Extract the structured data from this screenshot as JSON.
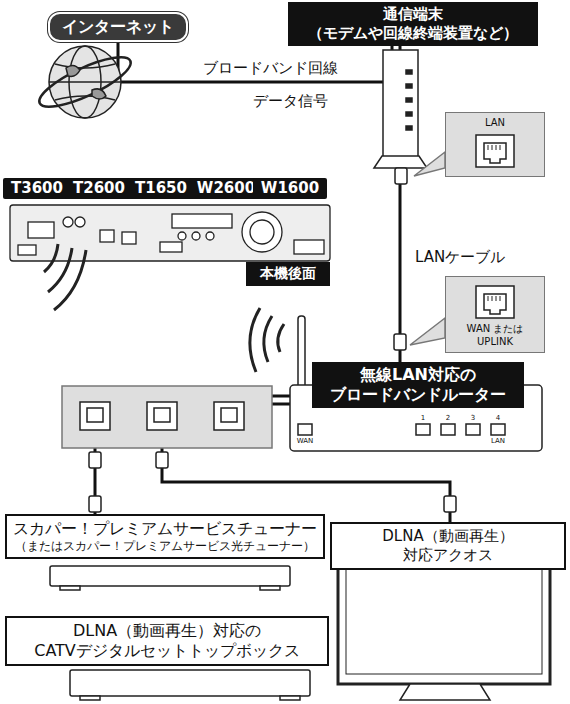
{
  "diagram": {
    "nodes": [
      {
        "text": [
          "インターネット"
        ]
      },
      {
        "text": [
          "通信端末 （モデムや回線終端装置など）"
        ]
      },
      {
        "text": [
          "LAN"
        ]
      },
      {
        "text": [
          "T3600"
        ]
      },
      {
        "text": [
          "T2600"
        ]
      },
      {
        "text": [
          "T1650"
        ]
      },
      {
        "text": [
          "W2600"
        ]
      },
      {
        "text": [
          "W1600"
        ]
      },
      {
        "text": [
          "本機後面"
        ]
      },
      {
        "text": [
          "WAN または UPLINK"
        ]
      },
      {
        "text": [
          "無線LAN対応の ブロードバンドルーター"
        ]
      },
      {
        "text": [
          "スカパー！プレミアムサービスチューナー",
          "（またはスカパー！プレミアムサービス光チューナー）"
        ]
      },
      {
        "text": [
          "DLNA（動画再生）対応アクオス"
        ]
      },
      {
        "text": [
          "DLNA（動画再生）対応の CATVデジタルセットトップボックス"
        ]
      }
    ],
    "edges": [
      {
        "from": 0,
        "to": 1,
        "label": "ブロードバンド回線",
        "arrow": "none"
      },
      {
        "from": 1,
        "to": 10,
        "label": "LANケーブル",
        "arrow": "none"
      },
      {
        "from": 10,
        "to": 11,
        "arrow": "none"
      },
      {
        "from": 10,
        "to": 12,
        "arrow": "none"
      }
    ],
    "labels": [
      "データ信号",
      "1",
      "2",
      "3",
      "4",
      "LAN",
      "WAN"
    ]
  }
}
